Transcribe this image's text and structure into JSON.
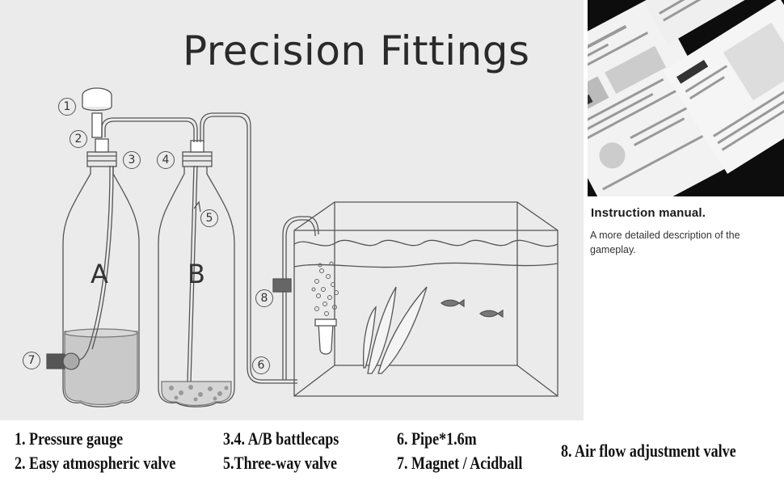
{
  "diagram": {
    "title": "Precision Fittings",
    "bottle_a_label": "A",
    "bottle_b_label": "B",
    "callouts": [
      "1",
      "2",
      "3",
      "4",
      "5",
      "6",
      "7",
      "8"
    ]
  },
  "photo": {
    "alt_icon": "instruction-manual-photo"
  },
  "info": {
    "title": "Instruction manual.",
    "description": "A more detailed description of the gameplay."
  },
  "legend": {
    "items": [
      "1. Pressure gauge",
      "2. Easy atmospheric valve",
      "3.4. A/B battlecaps",
      "5.Three-way valve",
      "6. Pipe*1.6m",
      "7. Magnet / Acidball",
      "8. Air flow adjustment valve"
    ]
  }
}
